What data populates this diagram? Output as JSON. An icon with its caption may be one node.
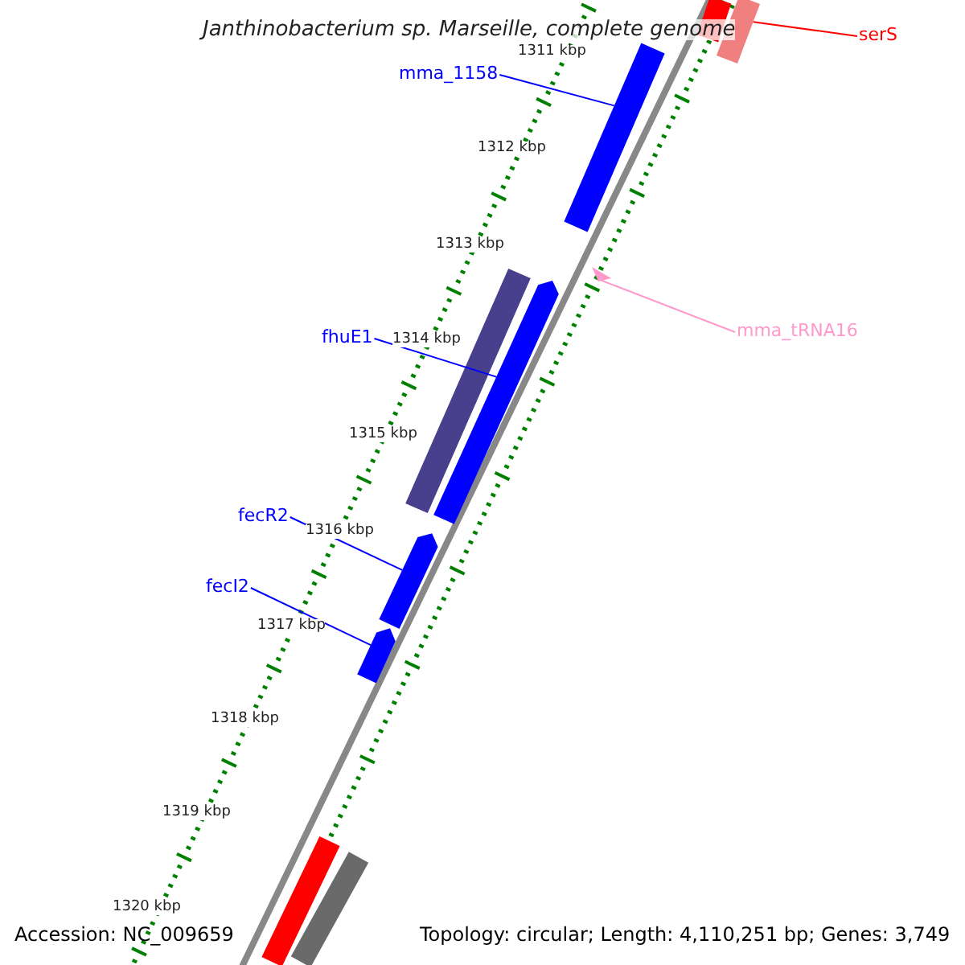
{
  "diagram": {
    "title": "Janthinobacterium sp. Marseille, complete genome",
    "nodes": [
      {
        "text": [
          "serS"
        ]
      },
      {
        "text": [],
        "shape": "bar"
      },
      {
        "text": [
          "mma_1158"
        ]
      },
      {
        "text": [],
        "shape": "bar"
      },
      {
        "text": [
          "mma_tRNA16"
        ]
      },
      {
        "text": [],
        "shape": "triangle"
      },
      {
        "text": [
          "fhuE1"
        ]
      },
      {
        "text": [],
        "shape": "bar"
      },
      {
        "text": [
          "fecR2"
        ]
      },
      {
        "text": [],
        "shape": "bar"
      },
      {
        "text": [
          "fecI2"
        ]
      },
      {
        "text": [],
        "shape": "bar"
      }
    ],
    "edges": [
      {
        "from": 0,
        "to": 1,
        "arrow": "none",
        "color": "#ff0000"
      },
      {
        "from": 2,
        "to": 3,
        "arrow": "none",
        "color": "#0000ff"
      },
      {
        "from": 4,
        "to": 5,
        "arrow": "none",
        "color": "#ff99cc"
      },
      {
        "from": 6,
        "to": 7,
        "arrow": "none",
        "color": "#0000ff"
      },
      {
        "from": 8,
        "to": 9,
        "arrow": "none",
        "color": "#0000ff"
      },
      {
        "from": 10,
        "to": 11,
        "arrow": "none",
        "color": "#0000ff"
      }
    ],
    "labels": [
      "1311 kbp",
      "1312 kbp",
      "1313 kbp",
      "1314 kbp",
      "1315 kbp",
      "1316 kbp",
      "1317 kbp",
      "1318 kbp",
      "1319 kbp",
      "1320 kbp",
      "Accession: NC_009659",
      "Topology: circular; Length: 4,110,251 bp; Genes: 3,749"
    ]
  }
}
